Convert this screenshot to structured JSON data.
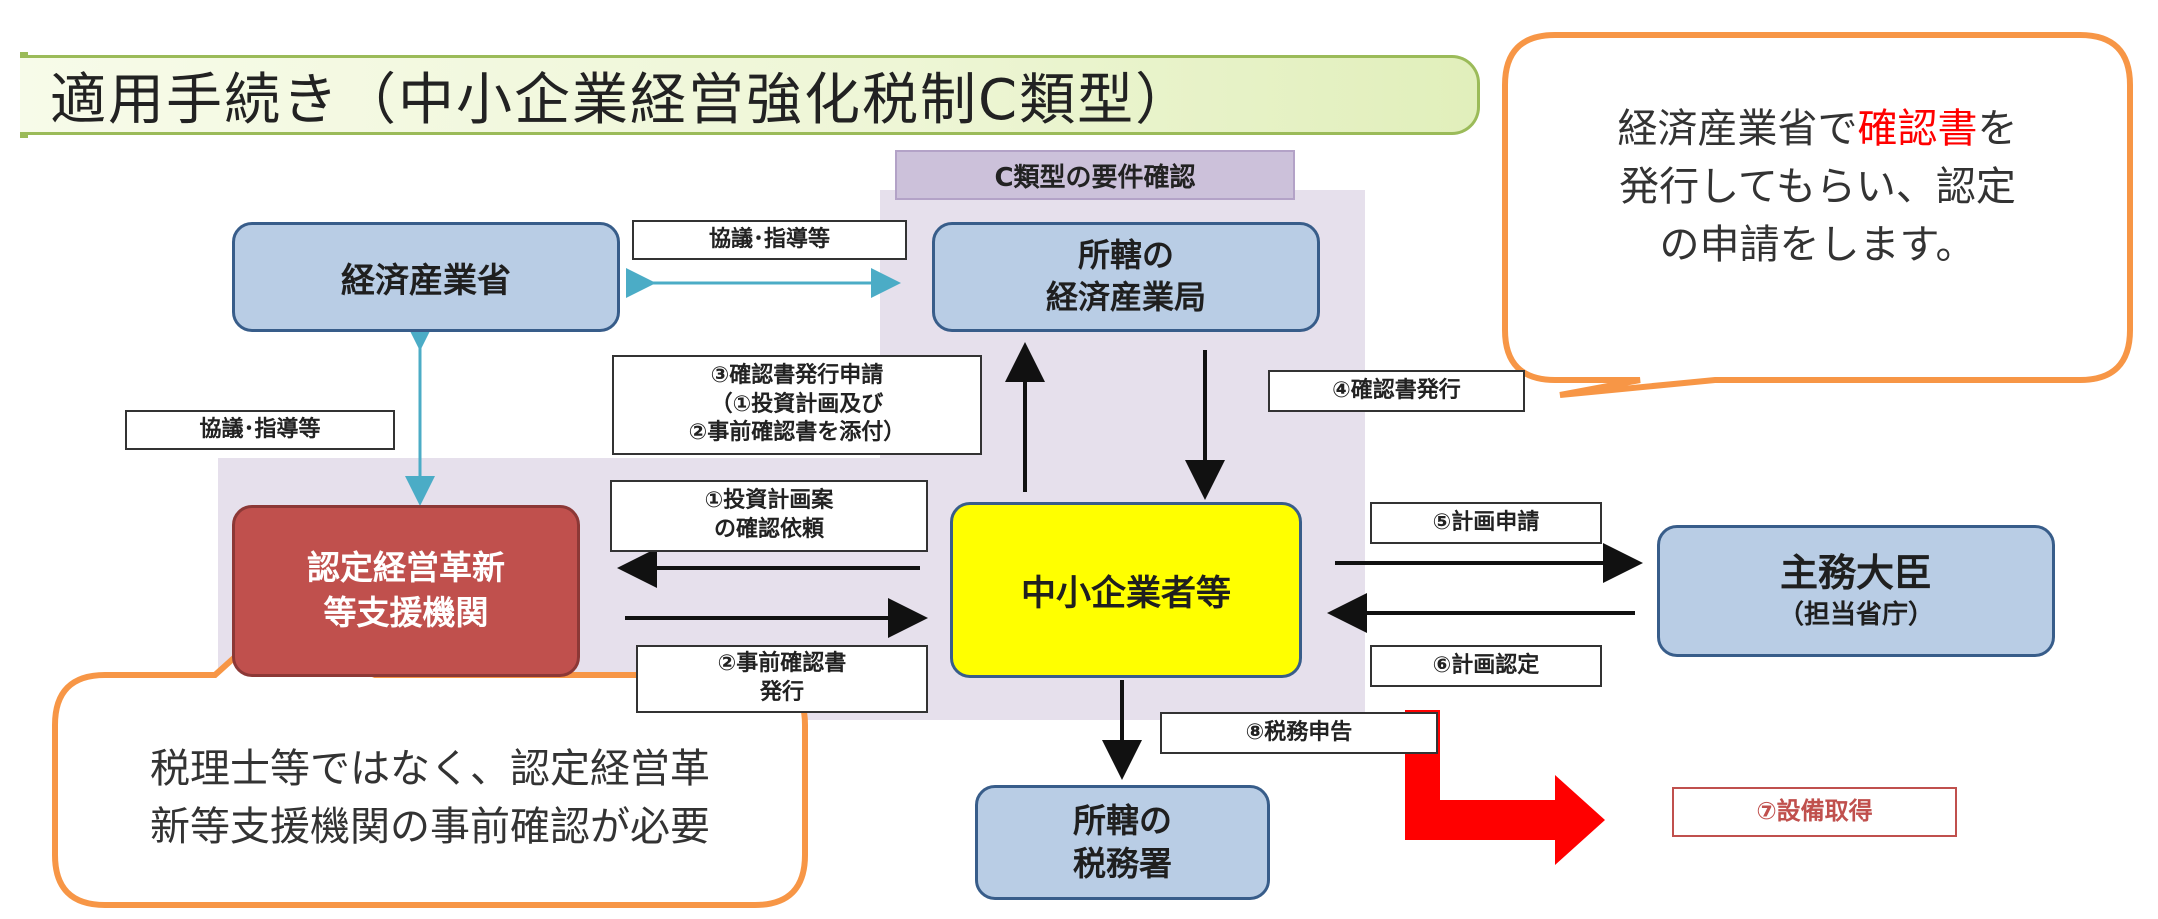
{
  "title": "適用手続き（中小企業経営強化税制C類型）",
  "c_requirement_label": "C類型の要件確認",
  "boxes": {
    "meti": "経済産業省",
    "regional_bureau_line1": "所轄の",
    "regional_bureau_line2": "経済産業局",
    "support_org_line1": "認定経営革新",
    "support_org_line2": "等支援機関",
    "sme": "中小企業者等",
    "minister_line1": "主務大臣",
    "minister_line2": "（担当省庁）",
    "tax_office_line1": "所轄の",
    "tax_office_line2": "税務署"
  },
  "labels": {
    "consult_top": "協議･指導等",
    "consult_left": "協議･指導等",
    "step3_line1": "③確認書発行申請",
    "step3_line2": "（①投資計画及び",
    "step3_line3": "②事前確認書を添付）",
    "step4": "④確認書発行",
    "step1_line1": "①投資計画案",
    "step1_line2": "の確認依頼",
    "step2_line1": "②事前確認書",
    "step2_line2": "発行",
    "step5": "⑤計画申請",
    "step6": "⑥計画認定",
    "step8": "⑧税務申告",
    "step7": "⑦設備取得"
  },
  "callouts": {
    "top_right_line1_pre": "経済産業省で",
    "top_right_line1_red": "確認書",
    "top_right_line1_post": "を",
    "top_right_line2": "発行してもらい、認定",
    "top_right_line3": "の申請をします。",
    "bottom_left_line1": "税理士等ではなく、認定経営革",
    "bottom_left_line2": "新等支援機関の事前確認が必要"
  },
  "colors": {
    "blue_box": "#b9cde5",
    "red_box": "#c0504d",
    "yellow_box": "#ffff00",
    "callout_border": "#f79646",
    "cyan_arrow": "#4bacc6",
    "red_arrow": "#ff0000",
    "region_bg": "#e6e0ec"
  }
}
